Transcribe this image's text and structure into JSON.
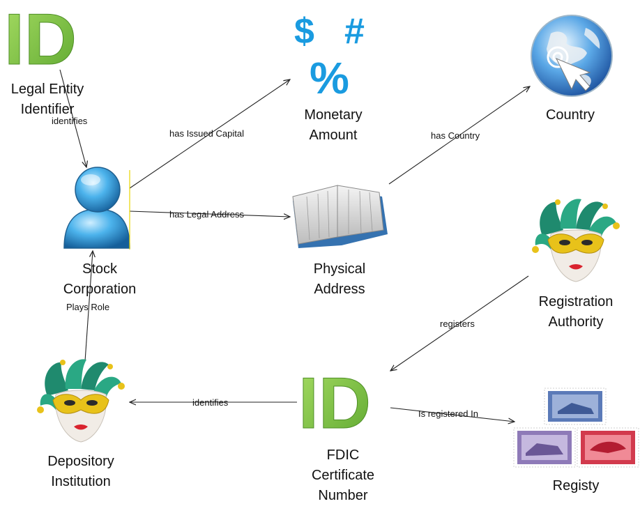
{
  "nodes": {
    "lei": {
      "icon_text": "ID",
      "line1": "Legal Entity",
      "line2": "Identifier",
      "icon": "id-icon"
    },
    "monetary": {
      "icon_text_1": "$",
      "icon_text_2": "#",
      "icon_text_3": "%",
      "line1": "Monetary",
      "line2": "Amount",
      "icon": "currency-symbols-icon"
    },
    "country": {
      "line1": "Country",
      "icon": "globe-icon"
    },
    "stock": {
      "line1": "Stock",
      "line2": "Corporation",
      "icon": "person-icon"
    },
    "address": {
      "line1": "Physical",
      "line2": "Address",
      "icon": "book-icon"
    },
    "registration": {
      "line1": "Registration",
      "line2": "Authority",
      "icon": "jester-mask-icon"
    },
    "depository": {
      "line1": "Depository",
      "line2": "Institution",
      "icon": "jester-mask-icon"
    },
    "fdic": {
      "icon_text": "ID",
      "line1": "FDIC",
      "line2": "Certificate",
      "line3": "Number",
      "icon": "id-icon"
    },
    "registry": {
      "line1": "Registy",
      "icon": "stamps-icon"
    }
  },
  "edges": {
    "identifies_lei": "identifies",
    "has_issued_capital": "has Issued Capital",
    "has_country": "has Country",
    "has_legal_address": "has Legal Address",
    "plays_role": "Plays Role",
    "registers": "registers",
    "identifies_fdic": "identifies",
    "is_registered_in": "Is registered In"
  },
  "colors": {
    "id_green": "#7cc242",
    "money_blue": "#1a9be0",
    "person_blue": "#3b9fd8",
    "mask_green": "#1f8a6e",
    "mask_gold": "#e8c21a",
    "arrow": "#222222"
  }
}
